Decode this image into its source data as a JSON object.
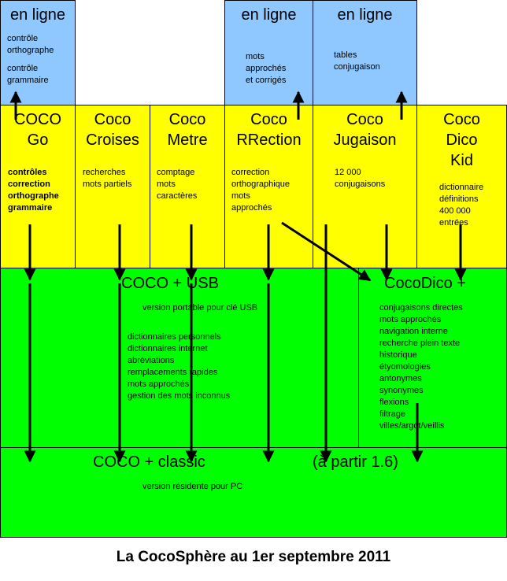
{
  "online_boxes": [
    {
      "title": "en ligne",
      "lines": [
        "contrôle",
        "orthographe",
        "contrôle",
        "grammaire"
      ]
    },
    {
      "title": "en ligne",
      "lines": [
        "mots",
        "approchés",
        "et corrigés"
      ]
    },
    {
      "title": "en ligne",
      "lines": [
        "tables",
        "conjugaison"
      ]
    }
  ],
  "products": [
    {
      "title_lines": [
        "COCO",
        "Go"
      ],
      "desc": [
        "contrôles",
        "correction",
        "orthographe",
        "grammaire"
      ]
    },
    {
      "title_lines": [
        "Coco",
        "Croises"
      ],
      "desc": [
        "recherches",
        "mots partiels"
      ]
    },
    {
      "title_lines": [
        "Coco",
        "Metre"
      ],
      "desc": [
        "comptage",
        "mots",
        "caractères"
      ]
    },
    {
      "title_lines": [
        "Coco",
        "RRection"
      ],
      "desc": [
        "correction",
        "orthographique",
        "mots",
        "approchés"
      ]
    },
    {
      "title_lines": [
        "Coco",
        "Jugaison"
      ],
      "desc": [
        "12 000",
        "conjugaisons"
      ]
    },
    {
      "title_lines": [
        "Coco",
        "Dico",
        "Kid"
      ],
      "desc": [
        "dictionnaire",
        "définitions",
        "400 000",
        "entrées"
      ]
    }
  ],
  "usb": {
    "title": "COCO + USB",
    "subtitle": "version portable pour clé USB",
    "features": [
      "dictionnaires personnels",
      "dictionnaires internet",
      "abréviations",
      "remplacements rapides",
      "mots approchés",
      "gestion des mots inconnus"
    ]
  },
  "cocodico": {
    "title": "CocoDico +",
    "features": [
      "conjugaisons directes",
      "mots approchés",
      "navigation interne",
      "recherche plein texte",
      "historique",
      "étyomologies",
      "antonymes",
      "synonymes",
      "flexions",
      "filtrage",
      "villes/argot/veillis"
    ]
  },
  "classic": {
    "title": "COCO + classic",
    "note": "(à partir 1.6)",
    "subtitle": "version résidente pour PC"
  },
  "caption": "La CocoSphère au 1er septembre 2011",
  "colors": {
    "online": "#8ec8ff",
    "product": "#ffff00",
    "version": "#00ff00",
    "arrow": "#000000"
  }
}
